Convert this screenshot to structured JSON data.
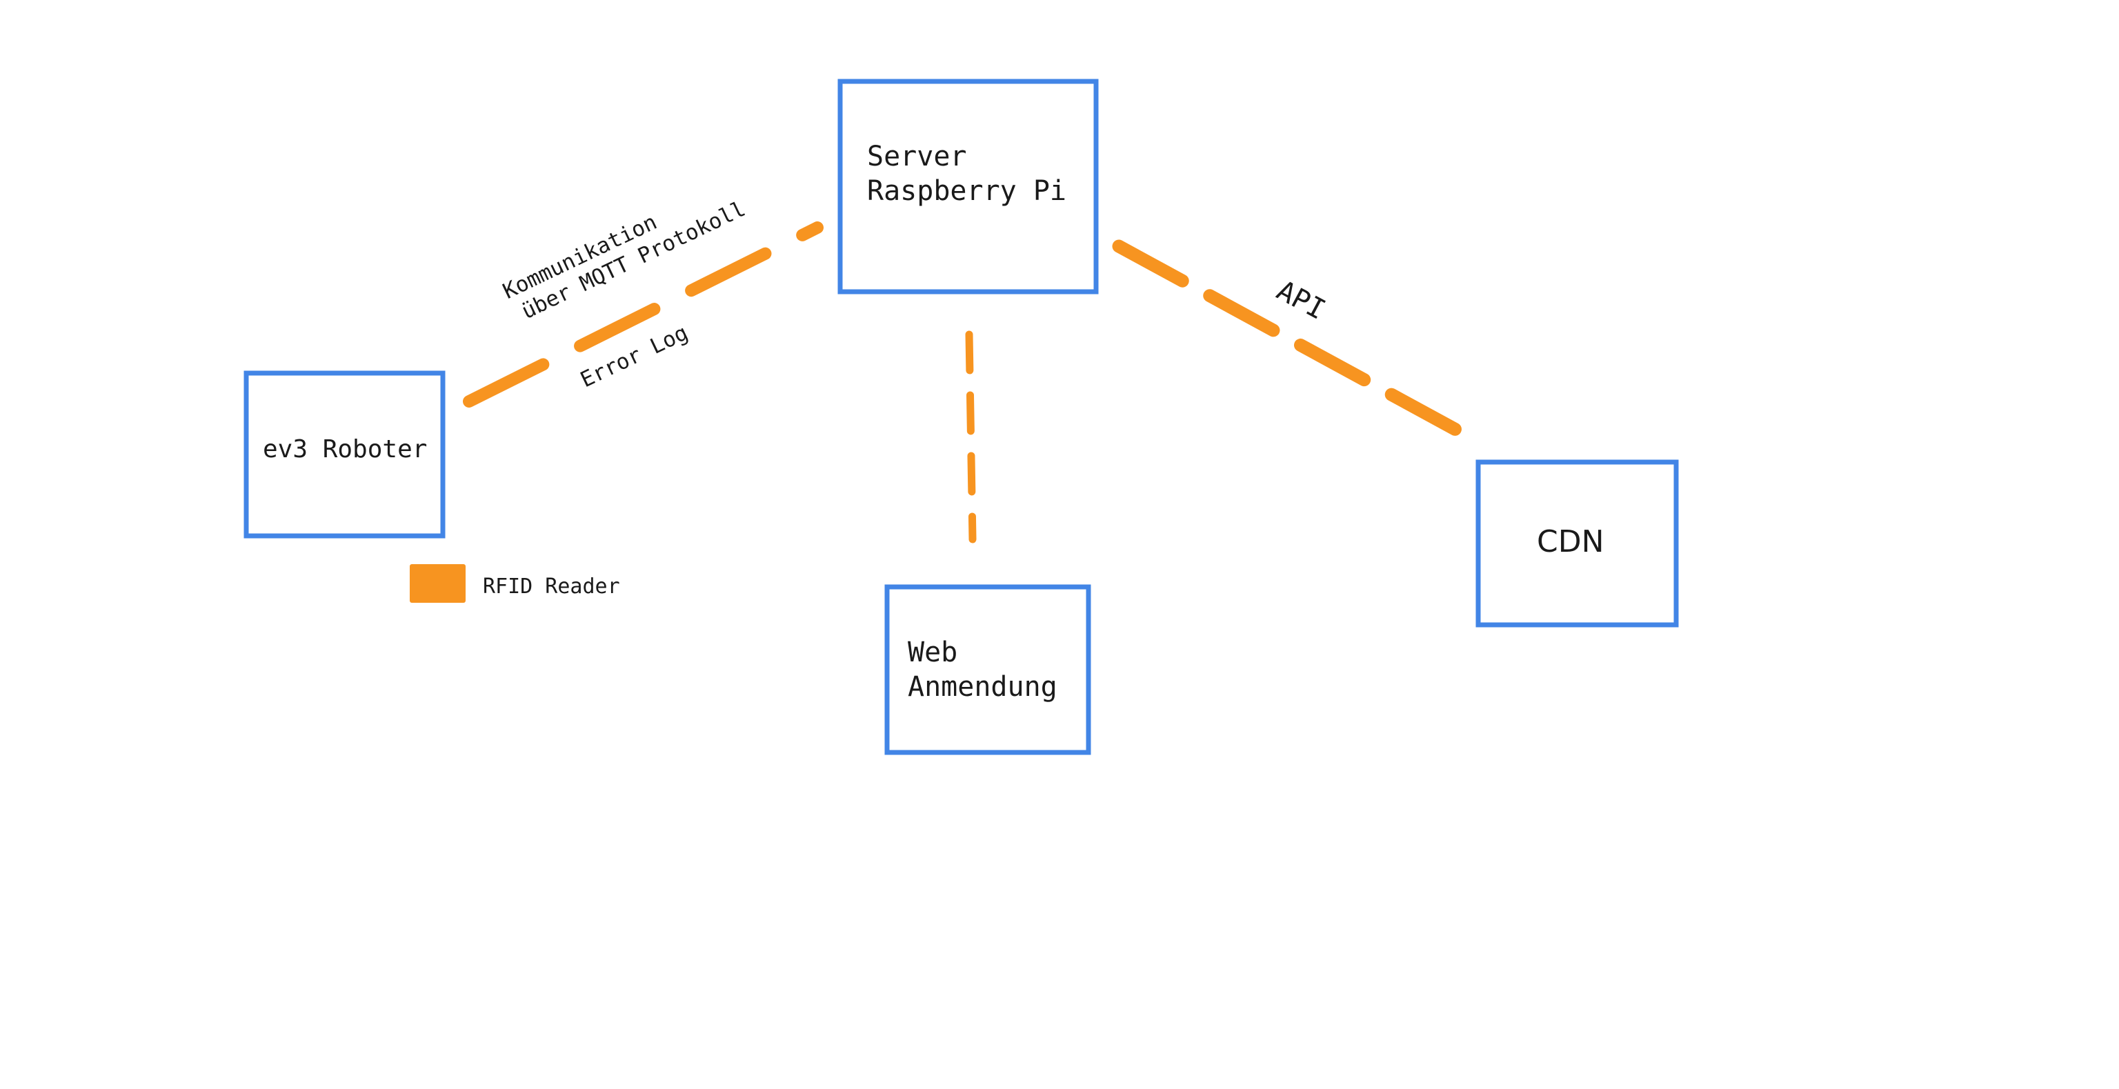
{
  "nodes": {
    "server": {
      "line1": "Server",
      "line2": "Raspberry Pi"
    },
    "robot": {
      "label": "ev3 Roboter"
    },
    "web": {
      "line1": "Web",
      "line2": "Anmendung"
    },
    "cdn": {
      "label": "CDN"
    }
  },
  "edges": {
    "robot_server": {
      "label_line1": "Kommunikation",
      "label_line2": "über MQTT Protokoll",
      "label_below": "Error Log"
    },
    "server_cdn": {
      "label": "API"
    },
    "server_web": {}
  },
  "legend": {
    "label": "RFID Reader",
    "swatch_color": "#f79420"
  },
  "colors": {
    "box_stroke": "#4285e6",
    "edge_stroke": "#f79420"
  }
}
